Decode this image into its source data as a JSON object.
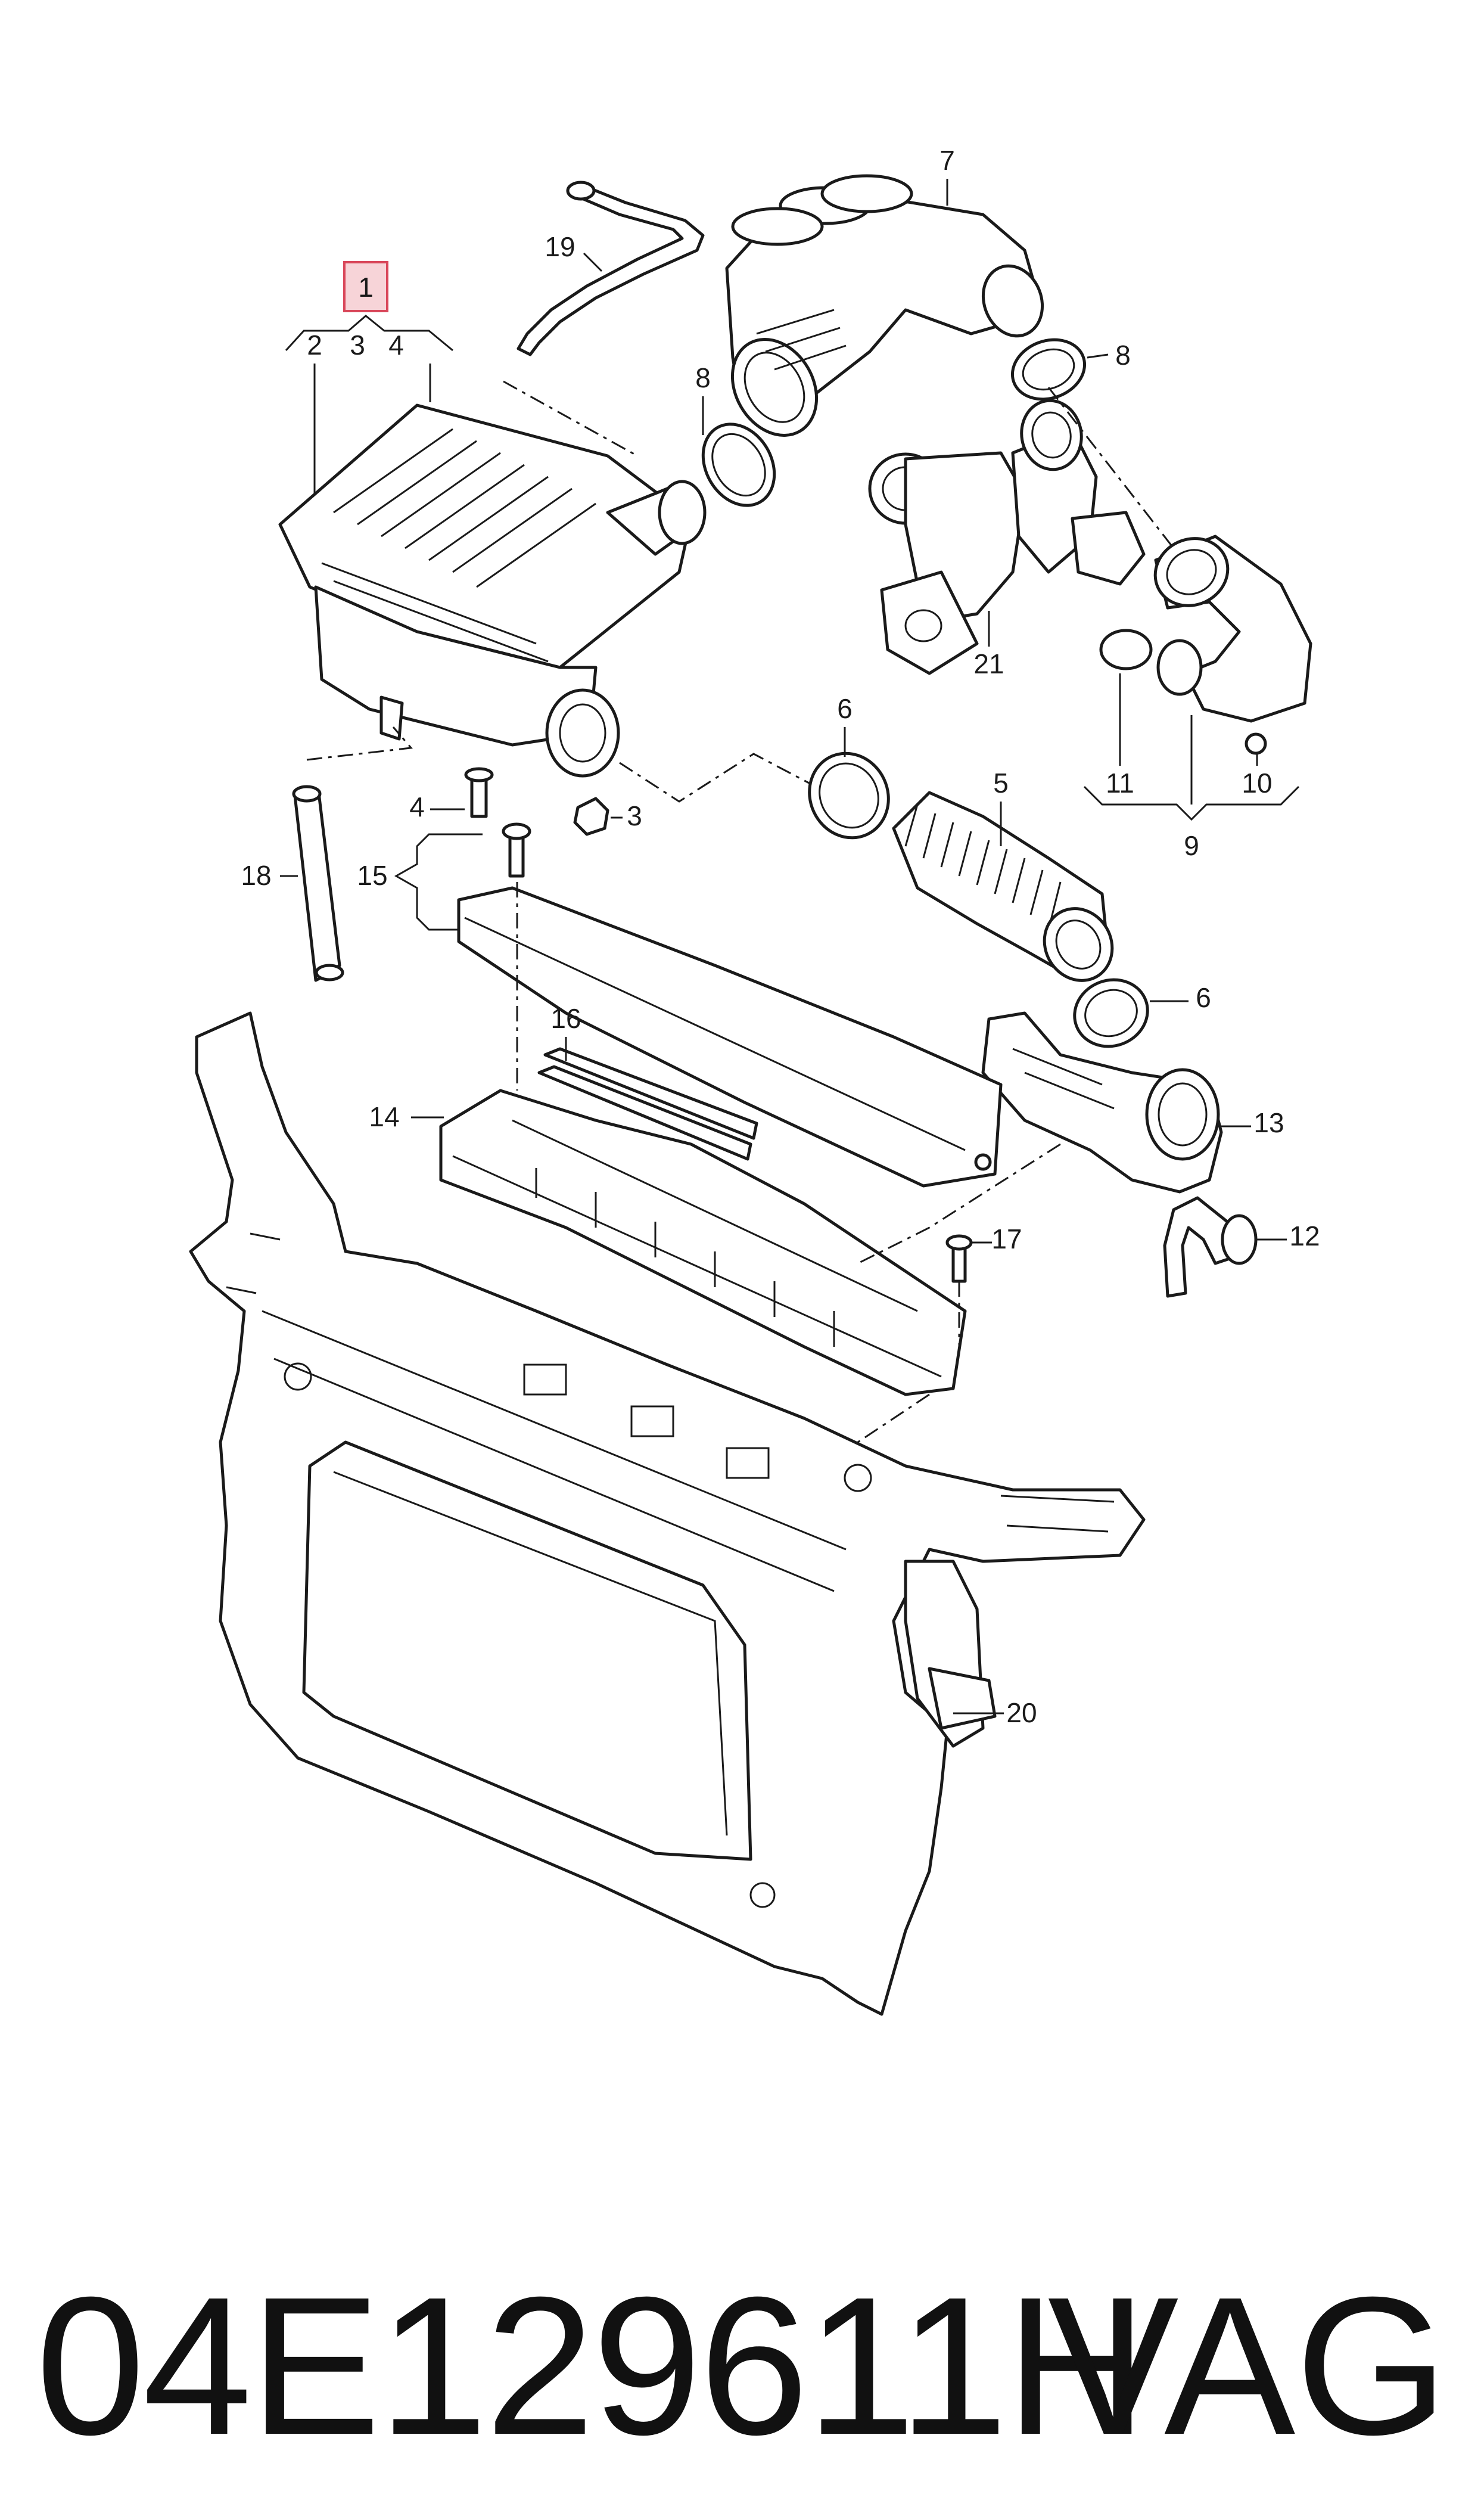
{
  "callouts": {
    "c1": "1",
    "c2": "2",
    "c3a": "3",
    "c4a": "4",
    "c19": "19",
    "c7": "7",
    "c8a": "8",
    "c8b": "8",
    "c21": "21",
    "c6a": "6",
    "c5": "5",
    "c11": "11",
    "c10": "10",
    "c9": "9",
    "c4b": "4",
    "c3b": "3",
    "c15": "15",
    "c18": "18",
    "c16": "16",
    "c6b": "6",
    "c14": "14",
    "c13": "13",
    "c12": "12",
    "c17": "17",
    "c20": "20"
  },
  "caption": {
    "part_number": "04E129611H",
    "brand": "VAG"
  },
  "colors": {
    "highlight_fill": "#f7d4d8",
    "highlight_stroke": "#d9475a",
    "ink": "#1a1a1a"
  }
}
